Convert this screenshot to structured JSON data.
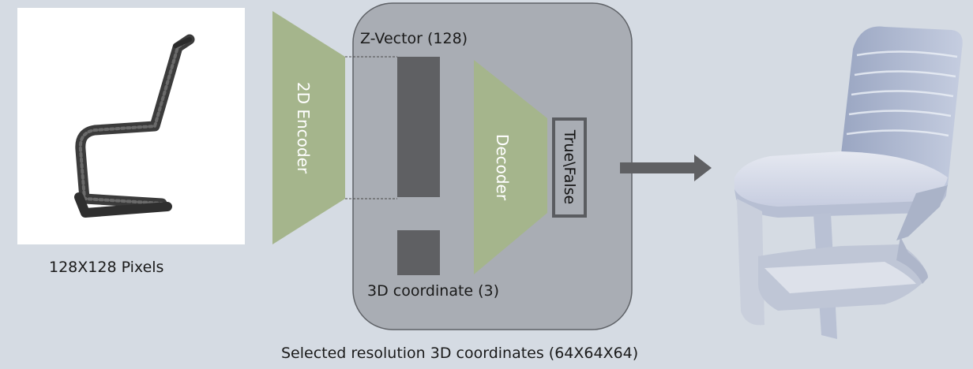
{
  "diagram": {
    "input_caption": "128X128 Pixels",
    "encoder_label": "2D Encoder",
    "zvector_label": "Z-Vector (128)",
    "decoder_label": "Decoder",
    "output_label": "True\\False",
    "coord_label": "3D coordinate (3)",
    "bottom_caption": "Selected resolution 3D coordinates (64X64X64)"
  },
  "colors": {
    "background": "#d5dbe3",
    "network_panel": "#a9adb4",
    "trapezoid_fill": "#a5b58c",
    "vector_block": "#5f6063",
    "arrow": "#5f6063"
  }
}
